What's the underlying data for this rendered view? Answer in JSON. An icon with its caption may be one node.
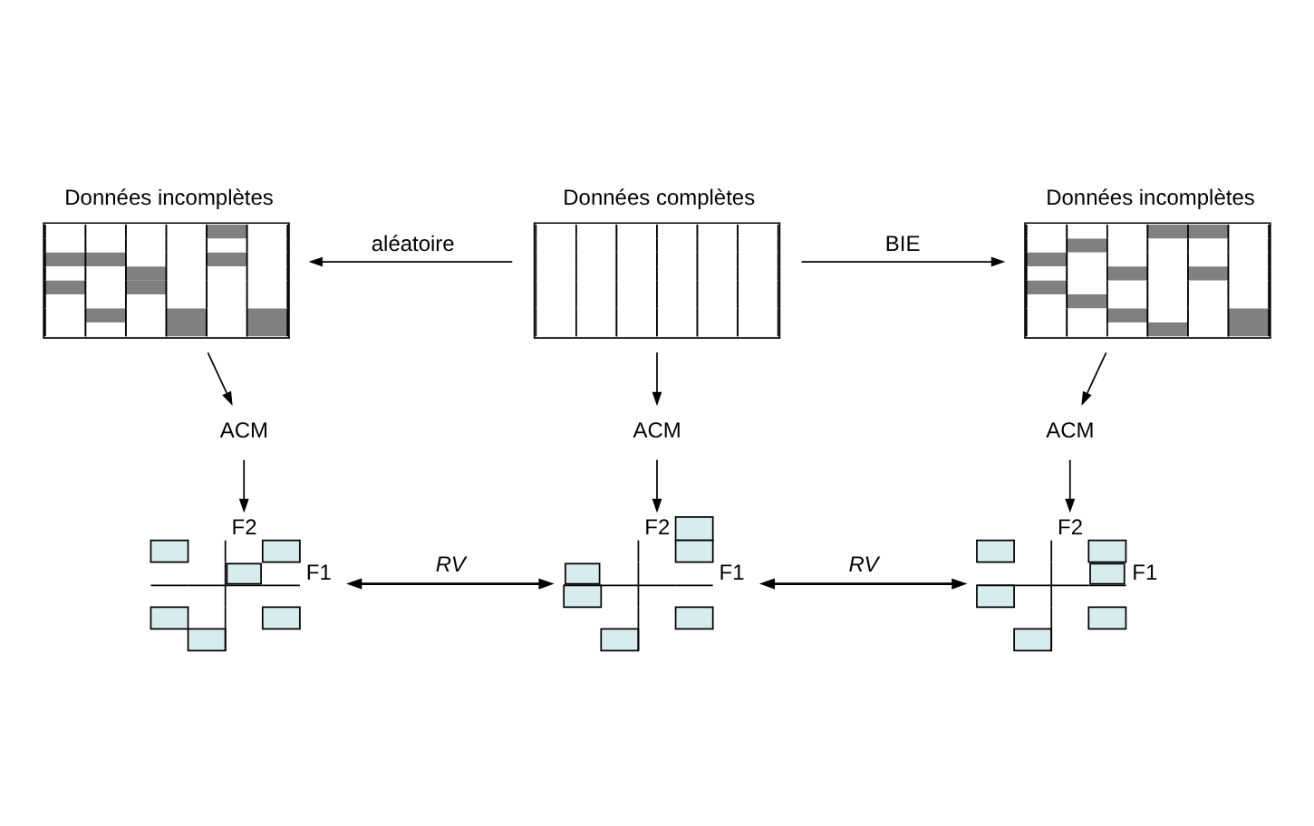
{
  "diagram": {
    "nodes": [
      {
        "text": [
          "Données incomplètes"
        ]
      },
      {
        "text": [
          "Données complètes"
        ]
      },
      {
        "text": [
          "Données incomplètes"
        ]
      },
      {
        "text": [
          "ACM"
        ]
      },
      {
        "text": [
          "ACM"
        ]
      },
      {
        "text": [
          "ACM"
        ]
      },
      {
        "text": [
          "F2",
          "F1"
        ]
      },
      {
        "text": [
          "F2",
          "F1"
        ]
      },
      {
        "text": [
          "F2",
          "F1"
        ]
      }
    ],
    "edges": [
      {
        "from": 1,
        "to": 0,
        "arrow": "to",
        "label": "aléatoire"
      },
      {
        "from": 1,
        "to": 2,
        "arrow": "to",
        "label": "BIE"
      },
      {
        "from": 0,
        "to": 3,
        "arrow": "to"
      },
      {
        "from": 1,
        "to": 4,
        "arrow": "to"
      },
      {
        "from": 2,
        "to": 5,
        "arrow": "to"
      },
      {
        "from": 3,
        "to": 6,
        "arrow": "to"
      },
      {
        "from": 4,
        "to": 7,
        "arrow": "to"
      },
      {
        "from": 5,
        "to": 8,
        "arrow": "to"
      },
      {
        "from": 6,
        "to": 7,
        "arrow": "both",
        "label": "RV"
      },
      {
        "from": 7,
        "to": 8,
        "arrow": "both",
        "label": "RV"
      }
    ]
  }
}
